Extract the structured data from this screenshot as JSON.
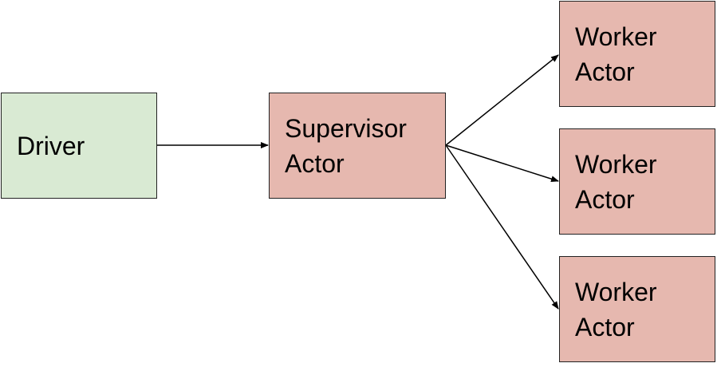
{
  "colors": {
    "driver_fill": "#d9ead3",
    "actor_fill": "#e6b8af",
    "stroke": "#222222",
    "text": "#000000"
  },
  "nodes": {
    "driver": {
      "lines": [
        "Driver"
      ]
    },
    "supervisor": {
      "lines": [
        "Supervisor",
        "Actor"
      ]
    },
    "worker1": {
      "lines": [
        "Worker",
        "Actor"
      ]
    },
    "worker2": {
      "lines": [
        "Worker",
        "Actor"
      ]
    },
    "worker3": {
      "lines": [
        "Worker",
        "Actor"
      ]
    }
  },
  "edges": [
    {
      "from": "driver",
      "to": "supervisor"
    },
    {
      "from": "supervisor",
      "to": "worker1"
    },
    {
      "from": "supervisor",
      "to": "worker2"
    },
    {
      "from": "supervisor",
      "to": "worker3"
    }
  ]
}
